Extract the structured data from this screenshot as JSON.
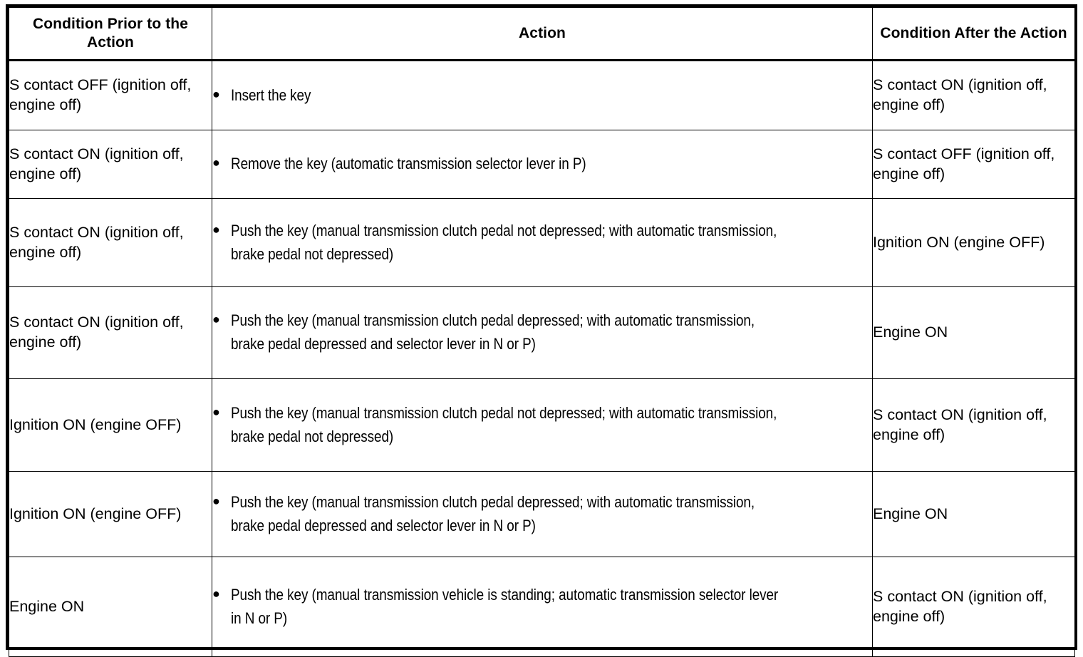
{
  "table": {
    "headers": {
      "prior": "Condition Prior to the Action",
      "action": "Action",
      "after": "Condition After the Action"
    },
    "bullet_glyph": "●",
    "rows": [
      {
        "prior": "S contact OFF (ignition off, engine off)",
        "action": "Insert the key",
        "after": "S contact ON (ignition off, engine off)"
      },
      {
        "prior": "S contact ON (ignition off, engine off)",
        "action": "Remove the key (automatic transmission selector lever in P)",
        "after": "S contact OFF (ignition off, engine off)"
      },
      {
        "prior": "S contact ON (ignition off, engine off)",
        "action": "Push the key (manual transmission clutch pedal not depressed; with automatic transmission, brake pedal not depressed)",
        "after": "Ignition ON (engine OFF)"
      },
      {
        "prior": "S contact ON (ignition off, engine off)",
        "action": "Push the key (manual transmission clutch pedal depressed; with automatic transmission, brake pedal depressed and selector lever in N or P)",
        "after": "Engine ON"
      },
      {
        "prior": "Ignition ON (engine OFF)",
        "action": "Push the key (manual transmission clutch pedal not depressed; with automatic transmission, brake pedal not depressed)",
        "after": "S contact ON (ignition off, engine off)"
      },
      {
        "prior": "Ignition ON (engine OFF)",
        "action": "Push the key (manual transmission clutch pedal depressed; with automatic transmission, brake pedal depressed and selector lever in N or P)",
        "after": "Engine ON"
      },
      {
        "prior": "Engine ON",
        "action": "Push the key (manual transmission vehicle is standing; automatic transmission selector lever in N or P)",
        "after": "S contact ON (ignition off, engine off)"
      }
    ]
  },
  "colors": {
    "border": "#000000",
    "text": "#000000",
    "background": "#ffffff"
  }
}
